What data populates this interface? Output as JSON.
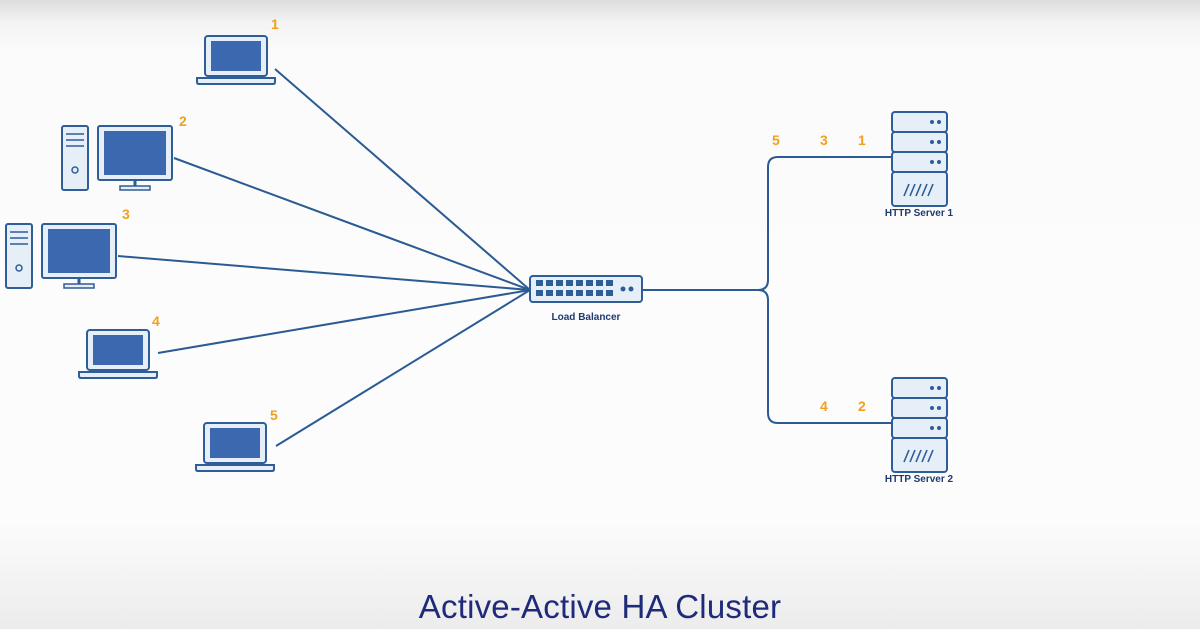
{
  "title": "Active-Active HA Cluster",
  "colors": {
    "line": "#2b5b93",
    "device_stroke": "#2e5d97",
    "device_fill": "#e6eef8",
    "screen": "#3c68b0",
    "number": "#f2a01c",
    "title": "#1f2b7a"
  },
  "clients": [
    {
      "id": "1",
      "label": "1",
      "icon": "laptop-icon"
    },
    {
      "id": "2",
      "label": "2",
      "icon": "desktop-icon"
    },
    {
      "id": "3",
      "label": "3",
      "icon": "desktop-icon"
    },
    {
      "id": "4",
      "label": "4",
      "icon": "laptop-icon"
    },
    {
      "id": "5",
      "label": "5",
      "icon": "laptop-icon"
    }
  ],
  "load_balancer": {
    "label": "Load Balancer",
    "icon": "switch-icon"
  },
  "servers": [
    {
      "label": "HTTP Server 1",
      "icon": "server-icon",
      "requests": [
        "5",
        "3",
        "1"
      ]
    },
    {
      "label": "HTTP Server 2",
      "icon": "server-icon",
      "requests": [
        "4",
        "2"
      ]
    }
  ]
}
